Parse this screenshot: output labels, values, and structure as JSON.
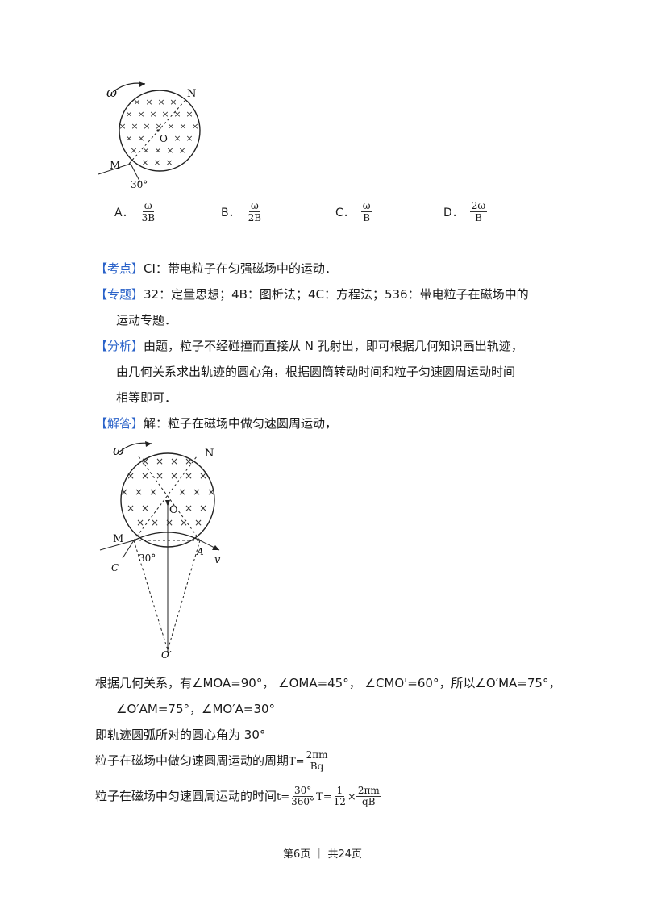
{
  "figure1": {
    "labels": {
      "omega": "ω",
      "n": "N",
      "o": "O",
      "m": "M",
      "angle": "30°"
    }
  },
  "options": [
    {
      "letter": "A．",
      "num": "ω",
      "den": "3B"
    },
    {
      "letter": "B．",
      "num": "ω",
      "den": "2B"
    },
    {
      "letter": "C．",
      "num": "ω",
      "den": "B"
    },
    {
      "letter": "D．",
      "num": "2ω",
      "den": "B"
    }
  ],
  "kaodian": {
    "tag": "【考点】",
    "text": "CI：带电粒子在匀强磁场中的运动．"
  },
  "zhuanti": {
    "tag": "【专题】",
    "text1": "32：定量思想；4B：图析法；4C：方程法；536：带电粒子在磁场中的",
    "text2": "运动专题．"
  },
  "fenxi": {
    "tag": "【分析】",
    "text1": "由题，粒子不经碰撞而直接从 N 孔射出，即可根据几何知识画出轨迹，",
    "text2": "由几何关系求出轨迹的圆心角，根据圆筒转动时间和粒子匀速圆周运动时间",
    "text3": "相等即可．"
  },
  "jieda": {
    "tag": "【解答】",
    "text": "解：粒子在磁场中做匀速圆周运动，"
  },
  "figure2": {
    "labels": {
      "omega": "ω",
      "n": "N",
      "o": "O",
      "m": "M",
      "a": "A",
      "v": "v",
      "c": "C",
      "angle": "30°",
      "o_prime": "O′"
    }
  },
  "body": {
    "line1": "根据几何关系，有∠MOA=90°， ∠OMA=45°， ∠CMO'=60°，所以∠O′MA=75°，",
    "line2": "∠O′AM=75°，∠MO′A=30°",
    "line3": "即轨迹圆弧所对的圆心角为 30°",
    "line4_prefix": "粒子在磁场中做匀速圆周运动的周期",
    "period": {
      "lhs": "T=",
      "num": "2πm",
      "den": "Bq"
    },
    "line5_prefix": "粒子在磁场中匀速圆周运动的时间",
    "time": {
      "lhs": "t=",
      "f1_num": "30°",
      "f1_den": "360°",
      "mid": "T=",
      "f2_num": "1",
      "f2_den": "12",
      "times": "×",
      "f3_num": "2πm",
      "f3_den": "qB"
    }
  },
  "footer": {
    "text": "第6页 ｜ 共24页"
  }
}
